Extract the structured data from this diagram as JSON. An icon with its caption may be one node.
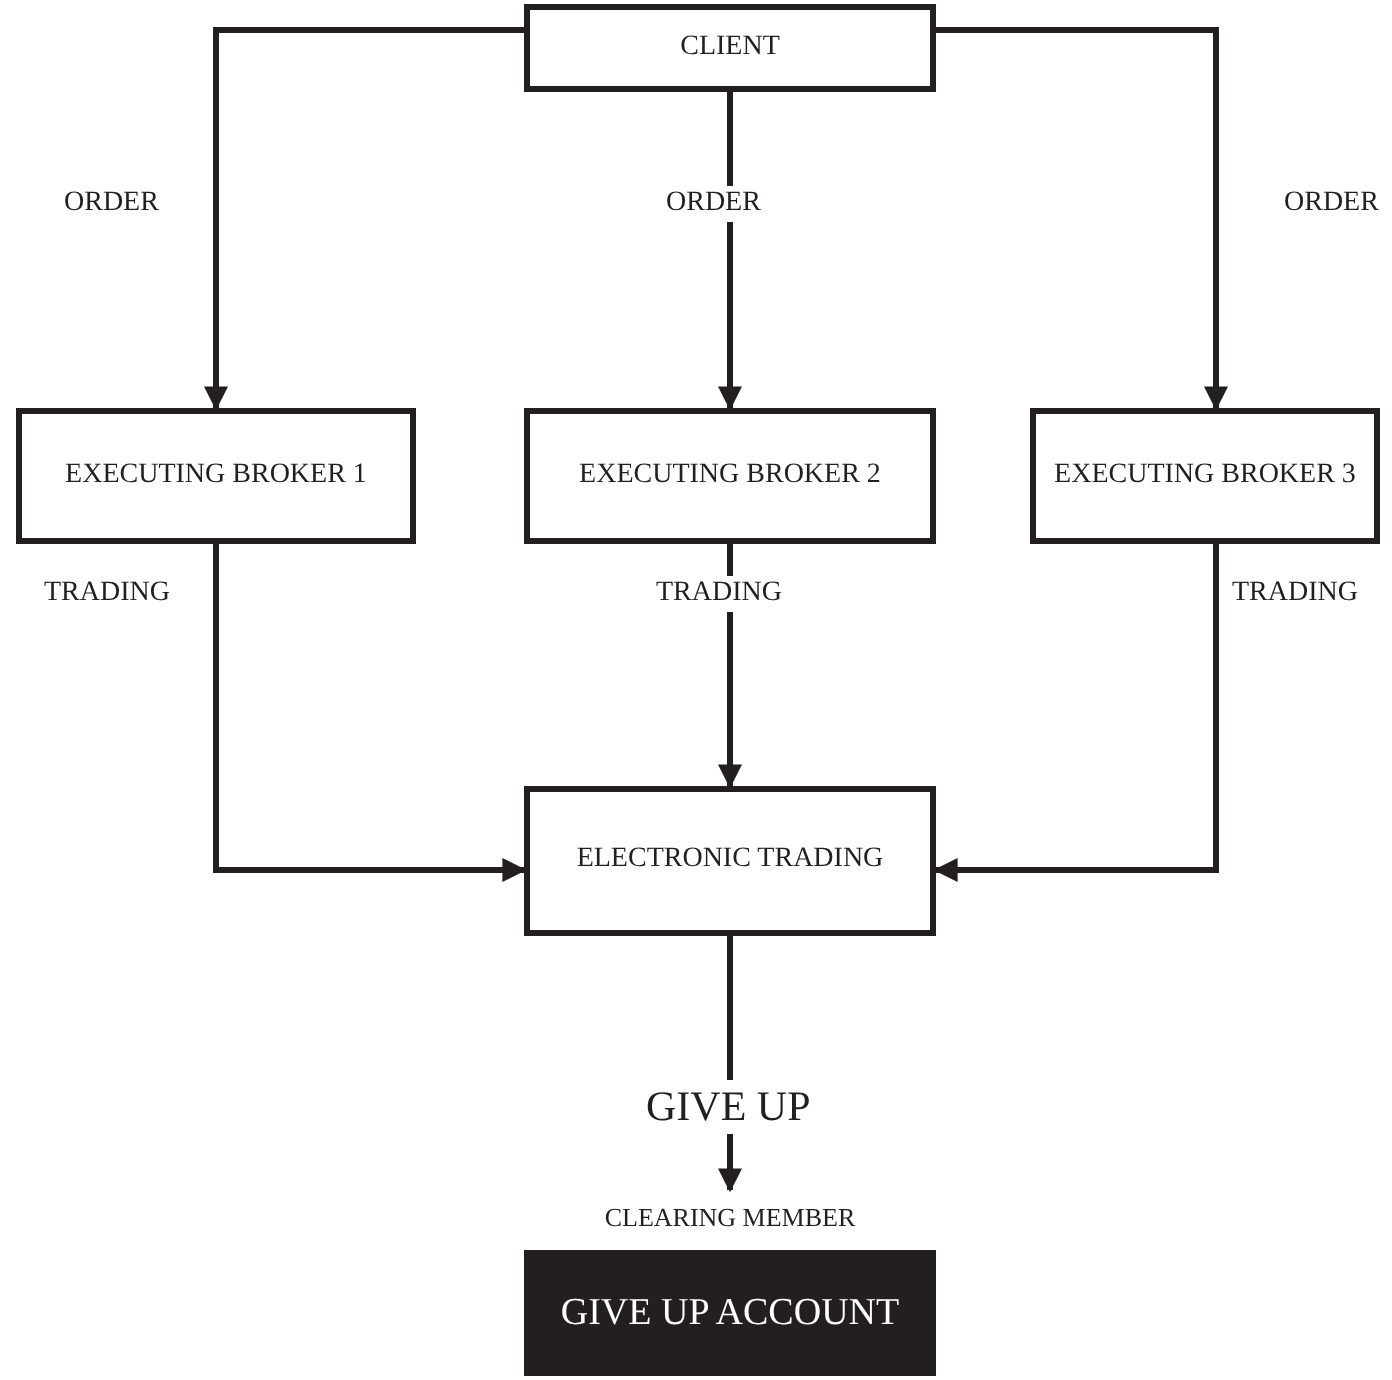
{
  "diagram": {
    "nodes": [
      {
        "text": [
          "CLIENT"
        ]
      },
      {
        "text": [
          "EXECUTING BROKER 1"
        ]
      },
      {
        "text": [
          "EXECUTING BROKER 2"
        ]
      },
      {
        "text": [
          "EXECUTING BROKER 3"
        ]
      },
      {
        "text": [
          "ELECTRONIC TRADING"
        ]
      },
      {
        "text": [
          "CLEARING MEMBER",
          "GIVE UP ACCOUNT"
        ]
      }
    ],
    "edges": [
      {
        "from": 0,
        "to": 1,
        "arrow": "to",
        "label": "ORDER"
      },
      {
        "from": 0,
        "to": 2,
        "arrow": "to",
        "label": "ORDER"
      },
      {
        "from": 0,
        "to": 3,
        "arrow": "to",
        "label": "ORDER"
      },
      {
        "from": 1,
        "to": 4,
        "arrow": "to",
        "label": "TRADING"
      },
      {
        "from": 2,
        "to": 4,
        "arrow": "to",
        "label": "TRADING"
      },
      {
        "from": 3,
        "to": 4,
        "arrow": "to",
        "label": "TRADING"
      },
      {
        "from": 4,
        "to": 5,
        "arrow": "to",
        "label": "GIVE UP"
      }
    ]
  }
}
